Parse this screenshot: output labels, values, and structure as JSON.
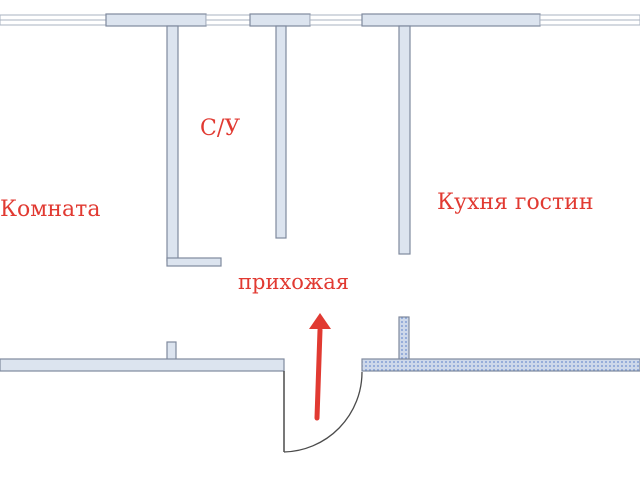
{
  "rooms": {
    "room": "Комната",
    "wc": "С/У",
    "hallway": "прихожая",
    "kitchen": "Кухня гостин"
  },
  "colors": {
    "wall_fill": "#dce4ef",
    "wall_stroke": "#7f8a9e",
    "label": "#e13a32",
    "window_line": "#aab3c2",
    "balcony_dots": "#6f8fcf",
    "door": "#4b4b4b"
  },
  "icons": {
    "entrance": "entrance-arrow-icon",
    "door": "door-swing-icon"
  }
}
